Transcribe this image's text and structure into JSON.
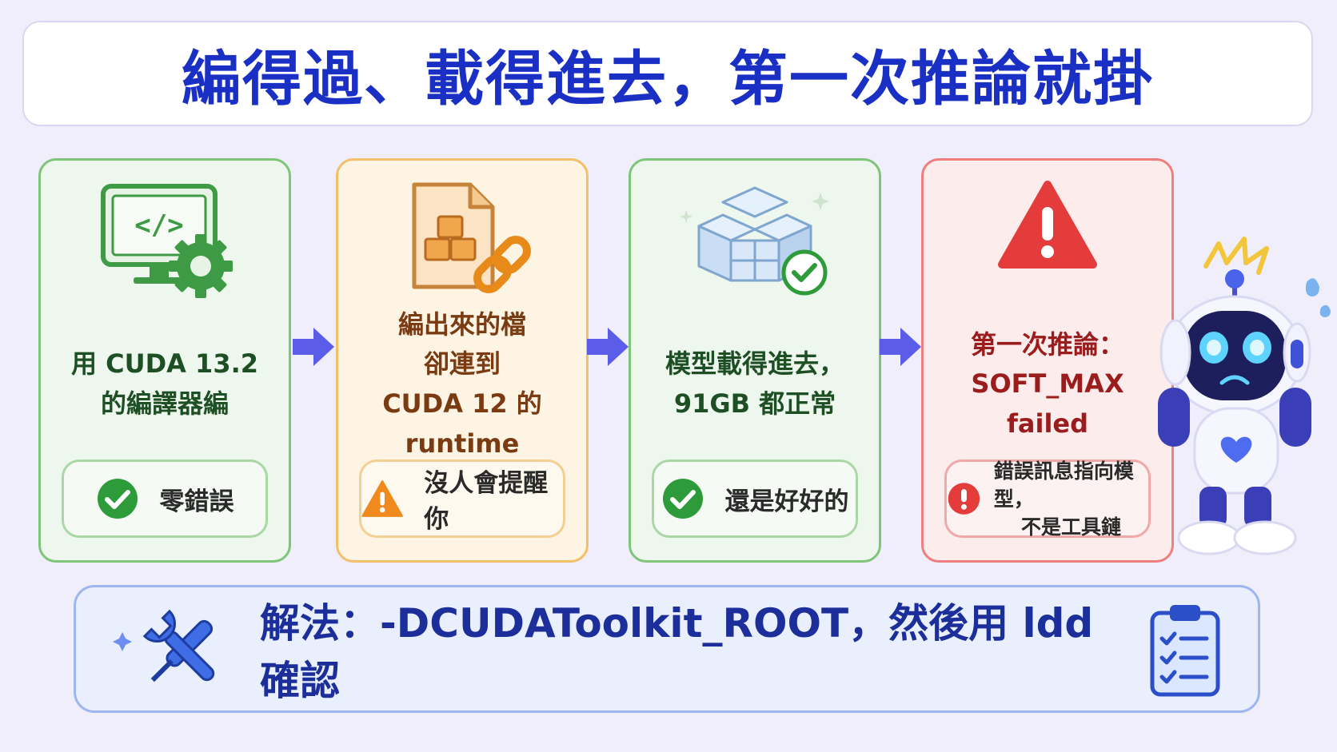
{
  "title": "編得過、載得進去，第一次推論就掛",
  "steps": [
    {
      "icon": "monitor-code-gear-icon",
      "lines": [
        "用 CUDA 13.2",
        "的編譯器編"
      ],
      "status_icon": "check-circle-icon",
      "status_lines": [
        "零錯誤"
      ]
    },
    {
      "icon": "file-link-icon",
      "lines": [
        "編出來的檔",
        "卻連到",
        "CUDA 12 的 runtime"
      ],
      "status_icon": "warning-triangle-icon",
      "status_lines": [
        "沒人會提醒你"
      ]
    },
    {
      "icon": "model-cubes-check-icon",
      "lines": [
        "模型載得進去，",
        "91GB 都正常"
      ],
      "status_icon": "check-circle-icon",
      "status_lines": [
        "還是好好的"
      ]
    },
    {
      "icon": "error-triangle-icon",
      "lines": [
        "第一次推論：",
        "SOFT_MAX failed"
      ],
      "status_icon": "error-circle-icon",
      "status_lines": [
        "錯誤訊息指向模型，",
        "不是工具鏈"
      ]
    }
  ],
  "solution": {
    "icon": "tools-icon",
    "text": "解法：-DCUDAToolkit_ROOT，然後用 ldd 確認",
    "side_icon": "clipboard-checklist-icon"
  },
  "colors": {
    "title": "#1a2fc4",
    "success": "#2e9b3b",
    "warning": "#f08a1c",
    "error": "#e43b3b",
    "arrow": "#5b5de8",
    "solution_text": "#1b2e9a"
  }
}
